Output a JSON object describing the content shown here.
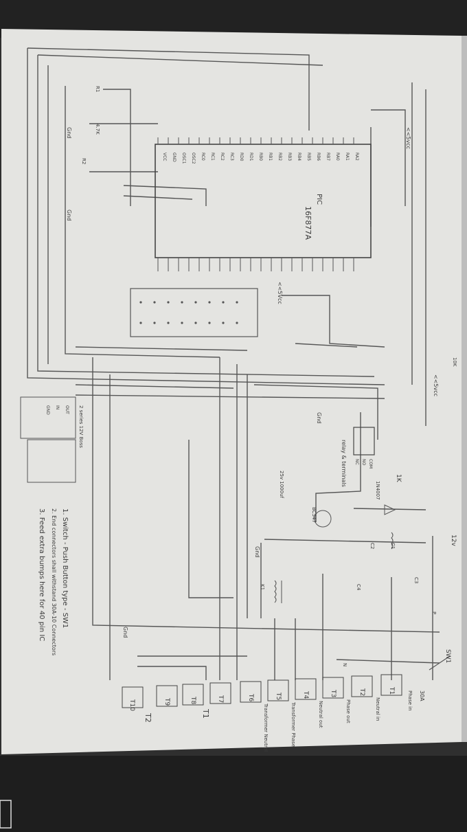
{
  "ic": {
    "part": "16F877A",
    "tag": "PIC"
  },
  "chip_pin_labels": [
    "VCC",
    "GND",
    "OSC1",
    "OSC2",
    "RC0",
    "RC1",
    "RC2",
    "RC3",
    "RD0",
    "RD1",
    "RB0",
    "RB1",
    "RB2",
    "RB3",
    "RB4",
    "RB5",
    "RB6",
    "RB7",
    "RA0",
    "RA1",
    "RA2"
  ],
  "voltages": {
    "v5_top": "<<5vcc",
    "v5_mid": "<<5Vcc",
    "v5_low": "<<5vcc",
    "v12": "12v"
  },
  "relay": {
    "label": "relay & terminals",
    "pins": [
      "NC",
      "NO",
      "COM"
    ]
  },
  "transistor": {
    "label": "BC547",
    "diode": "1N4007",
    "resistor": "1K",
    "cap": "1000uf",
    "cap_label": "25v 1000uf"
  },
  "left_box": {
    "title": "2 series 12V Boss",
    "pins": [
      "OUT",
      "IN",
      "GND"
    ]
  },
  "terminals": [
    "T1",
    "T2",
    "T3",
    "T4",
    "T5",
    "T6",
    "T7",
    "T8",
    "T9",
    "T10"
  ],
  "terminal_labels": [
    "Phase in",
    "Neutral in",
    "Phase out",
    "Neutral out",
    "Transformer Phase",
    "Transformer Neutral"
  ],
  "bracket_labels": [
    "T1",
    "T2"
  ],
  "misc_labels": [
    "Gnd",
    "Gnd",
    "Gnd",
    "Gnd",
    "Gnd",
    "SW1",
    "30A",
    "C1",
    "C2",
    "C3",
    "C4",
    "K1",
    "P",
    "N",
    "R1",
    "R2",
    "10K",
    "4.7K"
  ],
  "notes": [
    "1. Switch - Push Button type - SW1",
    "2. End connectors shall withstand 30A-10 Connectors",
    "3. Feed extra bumps here for 40 pin IC"
  ]
}
